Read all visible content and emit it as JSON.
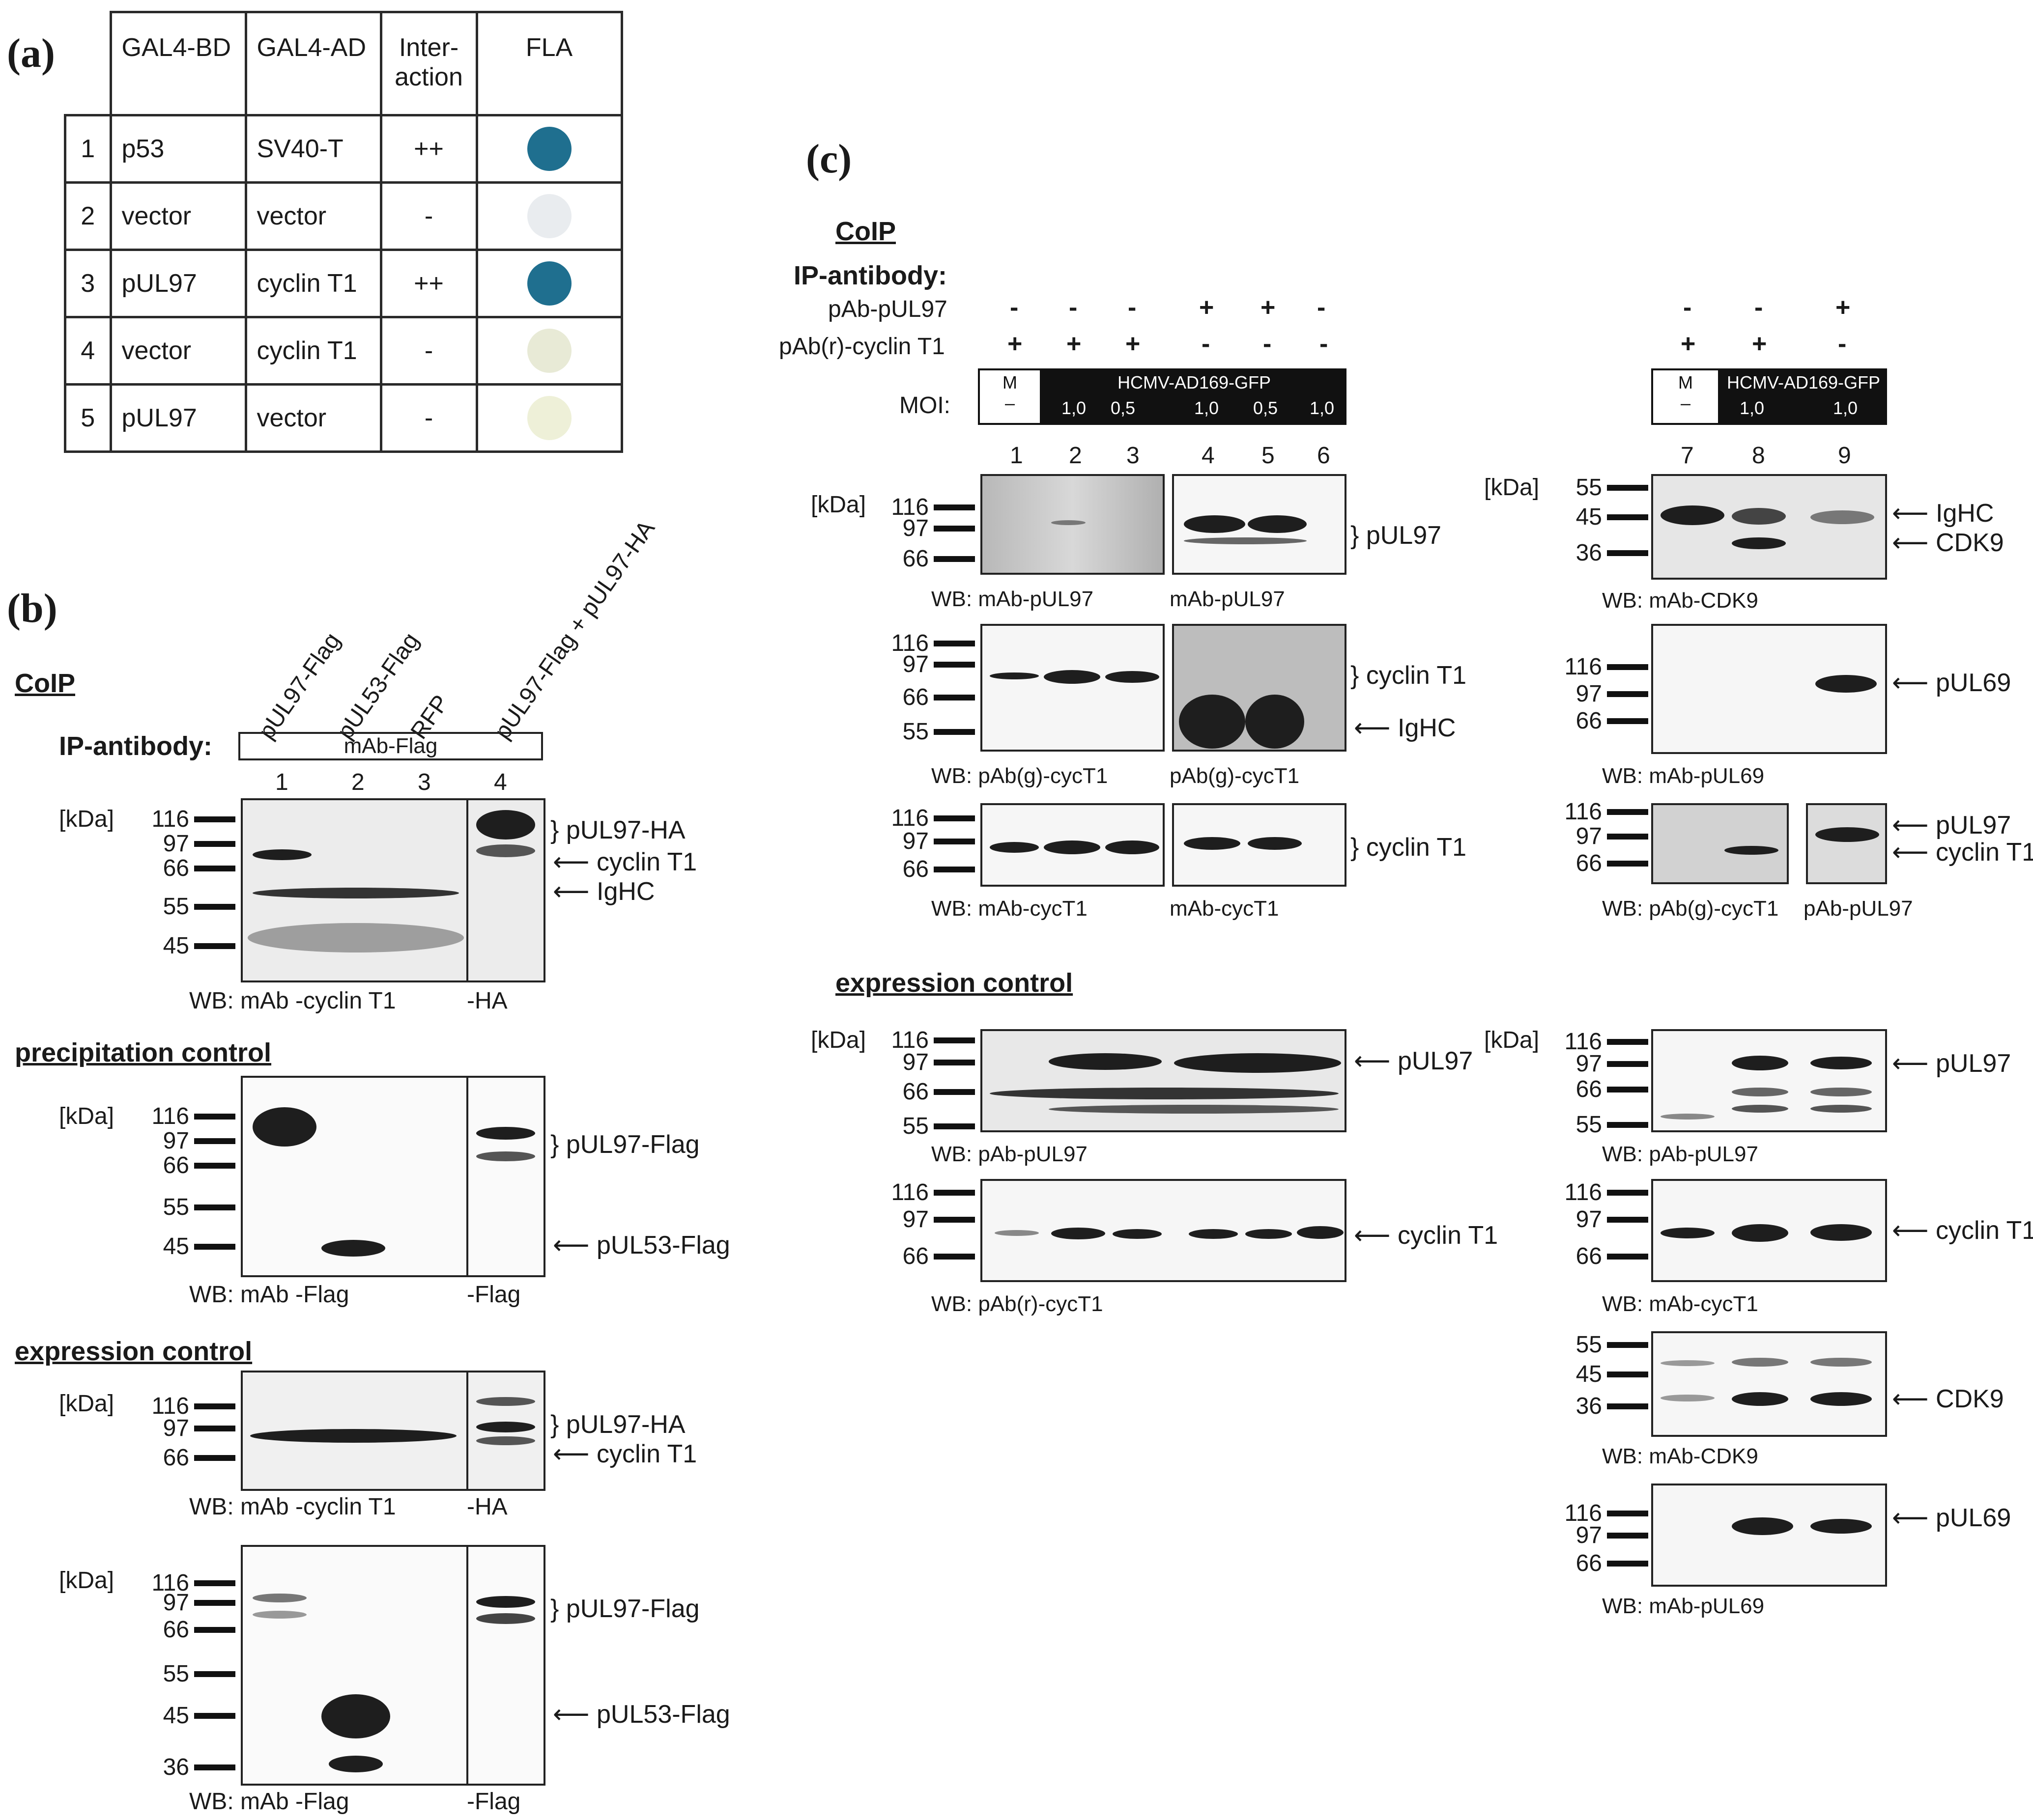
{
  "panel_a": {
    "letter": "(a)",
    "headers": {
      "bd": "GAL4-BD",
      "ad": "GAL4-AD",
      "interaction": "Inter-\naction",
      "fla": "FLA"
    },
    "rows": [
      {
        "n": "1",
        "bd": "p53",
        "ad": "SV40-T",
        "interaction": "++",
        "fla_color": "#1f6f8f"
      },
      {
        "n": "2",
        "bd": "vector",
        "ad": "vector",
        "interaction": "-",
        "fla_color": "#e9ecef"
      },
      {
        "n": "3",
        "bd": "pUL97",
        "ad": "cyclin T1",
        "interaction": "++",
        "fla_color": "#1f6f8f"
      },
      {
        "n": "4",
        "bd": "vector",
        "ad": "cyclin T1",
        "interaction": "-",
        "fla_color": "#e8ead6"
      },
      {
        "n": "5",
        "bd": "pUL97",
        "ad": "vector",
        "interaction": "-",
        "fla_color": "#eef0d8"
      }
    ]
  },
  "panel_b": {
    "letter": "(b)",
    "coip": "CoIP",
    "ip_label": "IP-antibody:",
    "ip_value": "mAb-Flag",
    "lane_headers": [
      "pUL97-Flag",
      "pUL53-Flag",
      "RFP",
      "pUL97-Flag + pUL97-HA"
    ],
    "lanes": [
      "1",
      "2",
      "3",
      "4"
    ],
    "kda": "[kDa]",
    "precipitation_control": "precipitation control",
    "expression_control": "expression control",
    "blot1": {
      "markers": [
        "116",
        "97",
        "66",
        "55",
        "45"
      ],
      "labels": [
        "pUL97-HA",
        "cyclin T1",
        "IgHC"
      ],
      "wb": "WB:  mAb -cyclin T1",
      "wb2": "-HA"
    },
    "blot2": {
      "markers": [
        "116",
        "97",
        "66",
        "55",
        "45"
      ],
      "labels": [
        "pUL97-Flag",
        "pUL53-Flag"
      ],
      "wb": "WB:  mAb -Flag",
      "wb2": "-Flag"
    },
    "blot3": {
      "markers": [
        "116",
        "97",
        "66"
      ],
      "labels": [
        "pUL97-HA",
        "cyclin T1"
      ],
      "wb": "WB:  mAb -cyclin T1",
      "wb2": "-HA"
    },
    "blot4": {
      "markers": [
        "116",
        "97",
        "66",
        "55",
        "45",
        "36"
      ],
      "labels": [
        "pUL97-Flag",
        "pUL53-Flag"
      ],
      "wb": "WB:  mAb -Flag",
      "wb2": "-Flag"
    }
  },
  "panel_c": {
    "letter": "(c)",
    "coip": "CoIP",
    "ip_label": "IP-antibody:",
    "row_pab_pul97": "pAb-pUL97",
    "row_pab_cyclin": "pAb(r)-cyclin T1",
    "moi": "MOI:",
    "mock": "M",
    "mock_dash": "–",
    "virus": "HCMV-AD169-GFP",
    "moi_values_left": [
      "1,0",
      "0,5",
      "1,0",
      "0,5",
      "1,0"
    ],
    "moi_values_right": [
      "1,0",
      "1,0"
    ],
    "signs_pul97_left": [
      "-",
      "-",
      "-",
      "+",
      "+",
      "-"
    ],
    "signs_cyclin_left": [
      "+",
      "+",
      "+",
      "-",
      "-",
      "-"
    ],
    "signs_pul97_right": [
      "-",
      "-",
      "+"
    ],
    "signs_cyclin_right": [
      "+",
      "+",
      "-"
    ],
    "lanes_left": [
      "1",
      "2",
      "3",
      "4",
      "5",
      "6"
    ],
    "lanes_right": [
      "7",
      "8",
      "9"
    ],
    "kda": "[kDa]",
    "expression_control": "expression control",
    "left_blots": [
      {
        "markers": [
          "116",
          "97",
          "66"
        ],
        "wb_a": "WB: mAb-pUL97",
        "wb_b": "mAb-pUL97",
        "label": "pUL97"
      },
      {
        "markers": [
          "116",
          "97",
          "66",
          "55"
        ],
        "wb_a": "WB: pAb(g)-cycT1",
        "wb_b": "pAb(g)-cycT1",
        "label": "cyclin T1",
        "label2": "IgHC"
      },
      {
        "markers": [
          "116",
          "97",
          "66"
        ],
        "wb_a": "WB: mAb-cycT1",
        "wb_b": "mAb-cycT1",
        "label": "cyclin T1"
      },
      {
        "markers": [
          "116",
          "97",
          "66",
          "55"
        ],
        "wb_a": "WB: pAb-pUL97",
        "label": "pUL97"
      },
      {
        "markers": [
          "116",
          "97",
          "66"
        ],
        "wb_a": "WB: pAb(r)-cycT1",
        "label": "cyclin T1"
      }
    ],
    "right_blots": [
      {
        "markers": [
          "55",
          "45",
          "36"
        ],
        "wb_a": "WB: mAb-CDK9",
        "label": "IgHC",
        "label2": "CDK9"
      },
      {
        "markers": [
          "116",
          "97",
          "66"
        ],
        "wb_a": "WB: mAb-pUL69",
        "label": "pUL69"
      },
      {
        "markers": [
          "116",
          "97",
          "66"
        ],
        "wb_a": "WB: pAb(g)-cycT1",
        "wb_b": "pAb-pUL97",
        "label": "pUL97",
        "label2": "cyclin T1"
      },
      {
        "markers": [
          "116",
          "97",
          "66",
          "55"
        ],
        "wb_a": "WB: pAb-pUL97",
        "label": "pUL97"
      },
      {
        "markers": [
          "116",
          "97",
          "66"
        ],
        "wb_a": "WB: mAb-cycT1",
        "label": "cyclin T1"
      },
      {
        "markers": [
          "55",
          "45",
          "36"
        ],
        "wb_a": "WB: mAb-CDK9",
        "label": "CDK9"
      },
      {
        "markers": [
          "116",
          "97",
          "66"
        ],
        "wb_a": "WB: mAb-pUL69",
        "label": "pUL69"
      }
    ]
  }
}
